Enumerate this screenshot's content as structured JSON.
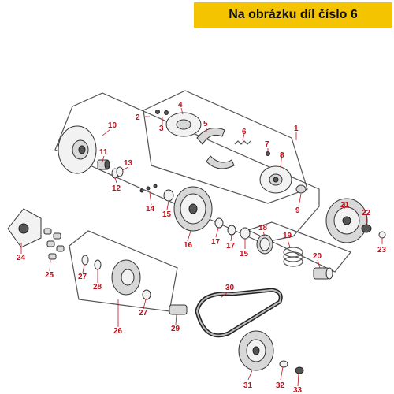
{
  "banner": {
    "text": "Na obrázku díl číslo 6",
    "background": "#f5c400"
  },
  "label_color": "#c0121d",
  "callouts": [
    "1",
    "2",
    "3",
    "4",
    "5",
    "6",
    "7",
    "8",
    "9",
    "10",
    "11",
    "12",
    "13",
    "14",
    "15",
    "15",
    "16",
    "17",
    "17",
    "18",
    "19",
    "20",
    "21",
    "22",
    "23",
    "24",
    "25",
    "26",
    "27",
    "27",
    "28",
    "29",
    "30",
    "31",
    "32",
    "33"
  ]
}
